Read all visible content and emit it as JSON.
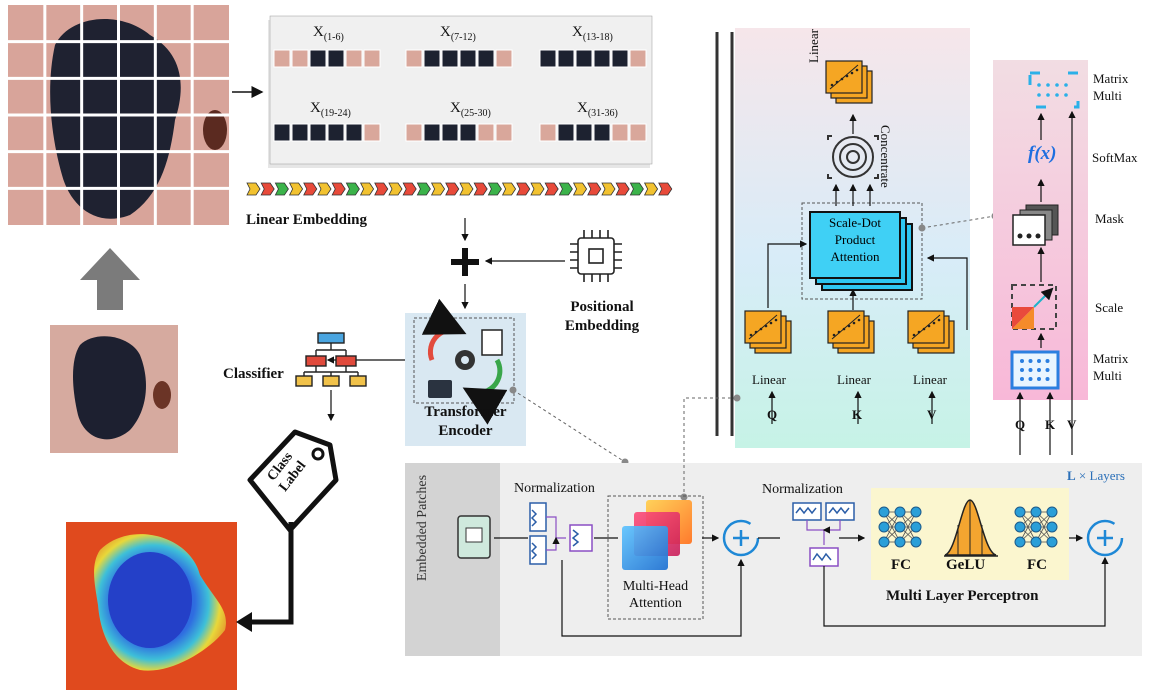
{
  "colors": {
    "skin": "#d9a79b",
    "lesion": "#1d2230",
    "embed_box": "#dbe9f3",
    "attn_grad_top": "#f6e6ea",
    "attn_grad_bottom": "#c9f2e6",
    "mask_grad_top": "#f1d6de",
    "mask_grad_bottom": "#f6b8d8",
    "sdp_fill": "#33c9f0",
    "mlp_fill": "#fbf6cf",
    "encoder_bg": "#eeeeee",
    "encoder_side": "#d6d6d6",
    "plus_blue": "#1e88d6",
    "layers_blue": "#2a6fb8"
  },
  "patches": {
    "groups": [
      {
        "label": "X",
        "sub": "(1-6)"
      },
      {
        "label": "X",
        "sub": "(7-12)"
      },
      {
        "label": "X",
        "sub": "(13-18)"
      },
      {
        "label": "X",
        "sub": "(19-24)"
      },
      {
        "label": "X",
        "sub": "(25-30)"
      },
      {
        "label": "X",
        "sub": "(31-36)"
      }
    ]
  },
  "labels": {
    "linear_embedding": "Linear Embedding",
    "positional_line1": "Positional",
    "positional_line2": "Embedding",
    "classifier": "Classifier",
    "transformer_line1": "Transformer",
    "transformer_line2": "Encoder",
    "class_line1": "Class",
    "class_line2": "Label"
  },
  "attention": {
    "top_linear": "Linear",
    "concentrate": "Concentrate",
    "sdp_line1": "Scale-Dot",
    "sdp_line2": "Product",
    "sdp_line3": "Attention",
    "bottom_linear": [
      "Linear",
      "Linear",
      "Linear"
    ],
    "inputs": [
      "Q",
      "K",
      "V"
    ]
  },
  "mask_panel": {
    "steps": [
      "Matrix",
      "Multi",
      "SoftMax",
      "Mask",
      "Scale",
      "Matrix",
      "Multi"
    ],
    "inputs": [
      "Q",
      "K",
      "V"
    ],
    "fx": "f(x)"
  },
  "encoder": {
    "embedded_patches": "Embedded Patches",
    "normalization_1": "Normalization",
    "normalization_2": "Normalization",
    "mha_line1": "Multi-Head",
    "mha_line2": "Attention",
    "mlp_fc1": "FC",
    "mlp_gelu": "GeLU",
    "mlp_fc2": "FC",
    "mlp_title": "Multi Layer Perceptron",
    "layers_L": "L",
    "layers_rest": "× Layers"
  }
}
